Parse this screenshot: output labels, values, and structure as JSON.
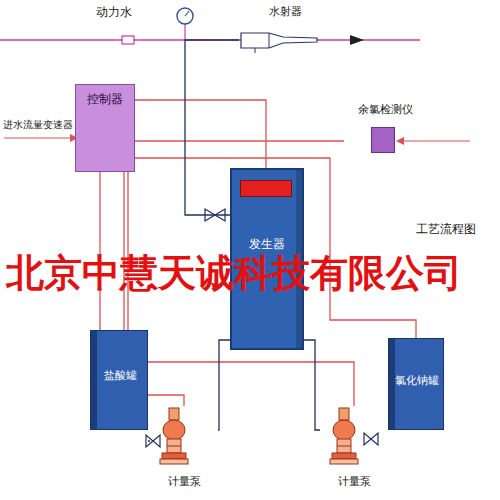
{
  "diagram": {
    "nodes": [
      {
        "text": [
          "水射器"
        ]
      },
      {
        "text": [
          "控制器"
        ]
      },
      {
        "text": [
          "余氯检测仪"
        ]
      },
      {
        "text": [
          "发生器"
        ]
      },
      {
        "text": [
          "盐酸罐"
        ]
      },
      {
        "text": [
          "氯化钠罐"
        ]
      },
      {
        "text": [
          "计量泵"
        ]
      },
      {
        "text": [
          "计量泵"
        ]
      }
    ],
    "edges": [
      {
        "from": 1,
        "to": 3,
        "arrow": "none"
      },
      {
        "from": 1,
        "to": 6,
        "arrow": "none"
      },
      {
        "from": 1,
        "to": 7,
        "arrow": "none"
      },
      {
        "from": 1,
        "to": 4,
        "arrow": "none"
      },
      {
        "from": 1,
        "to": 5,
        "arrow": "none"
      },
      {
        "from": 2,
        "to": 1,
        "arrow": "none"
      },
      {
        "from": 4,
        "to": 6,
        "arrow": "none"
      },
      {
        "from": 6,
        "to": 3,
        "arrow": "none"
      },
      {
        "from": 5,
        "to": 7,
        "arrow": "none"
      },
      {
        "from": 7,
        "to": 3,
        "arrow": "none"
      },
      {
        "from": 3,
        "to": 0,
        "arrow": "none"
      }
    ],
    "labels": [
      "动力水",
      "进水流量变速器",
      "工艺流程图",
      "北京中慧天诚科技有限公司"
    ]
  }
}
